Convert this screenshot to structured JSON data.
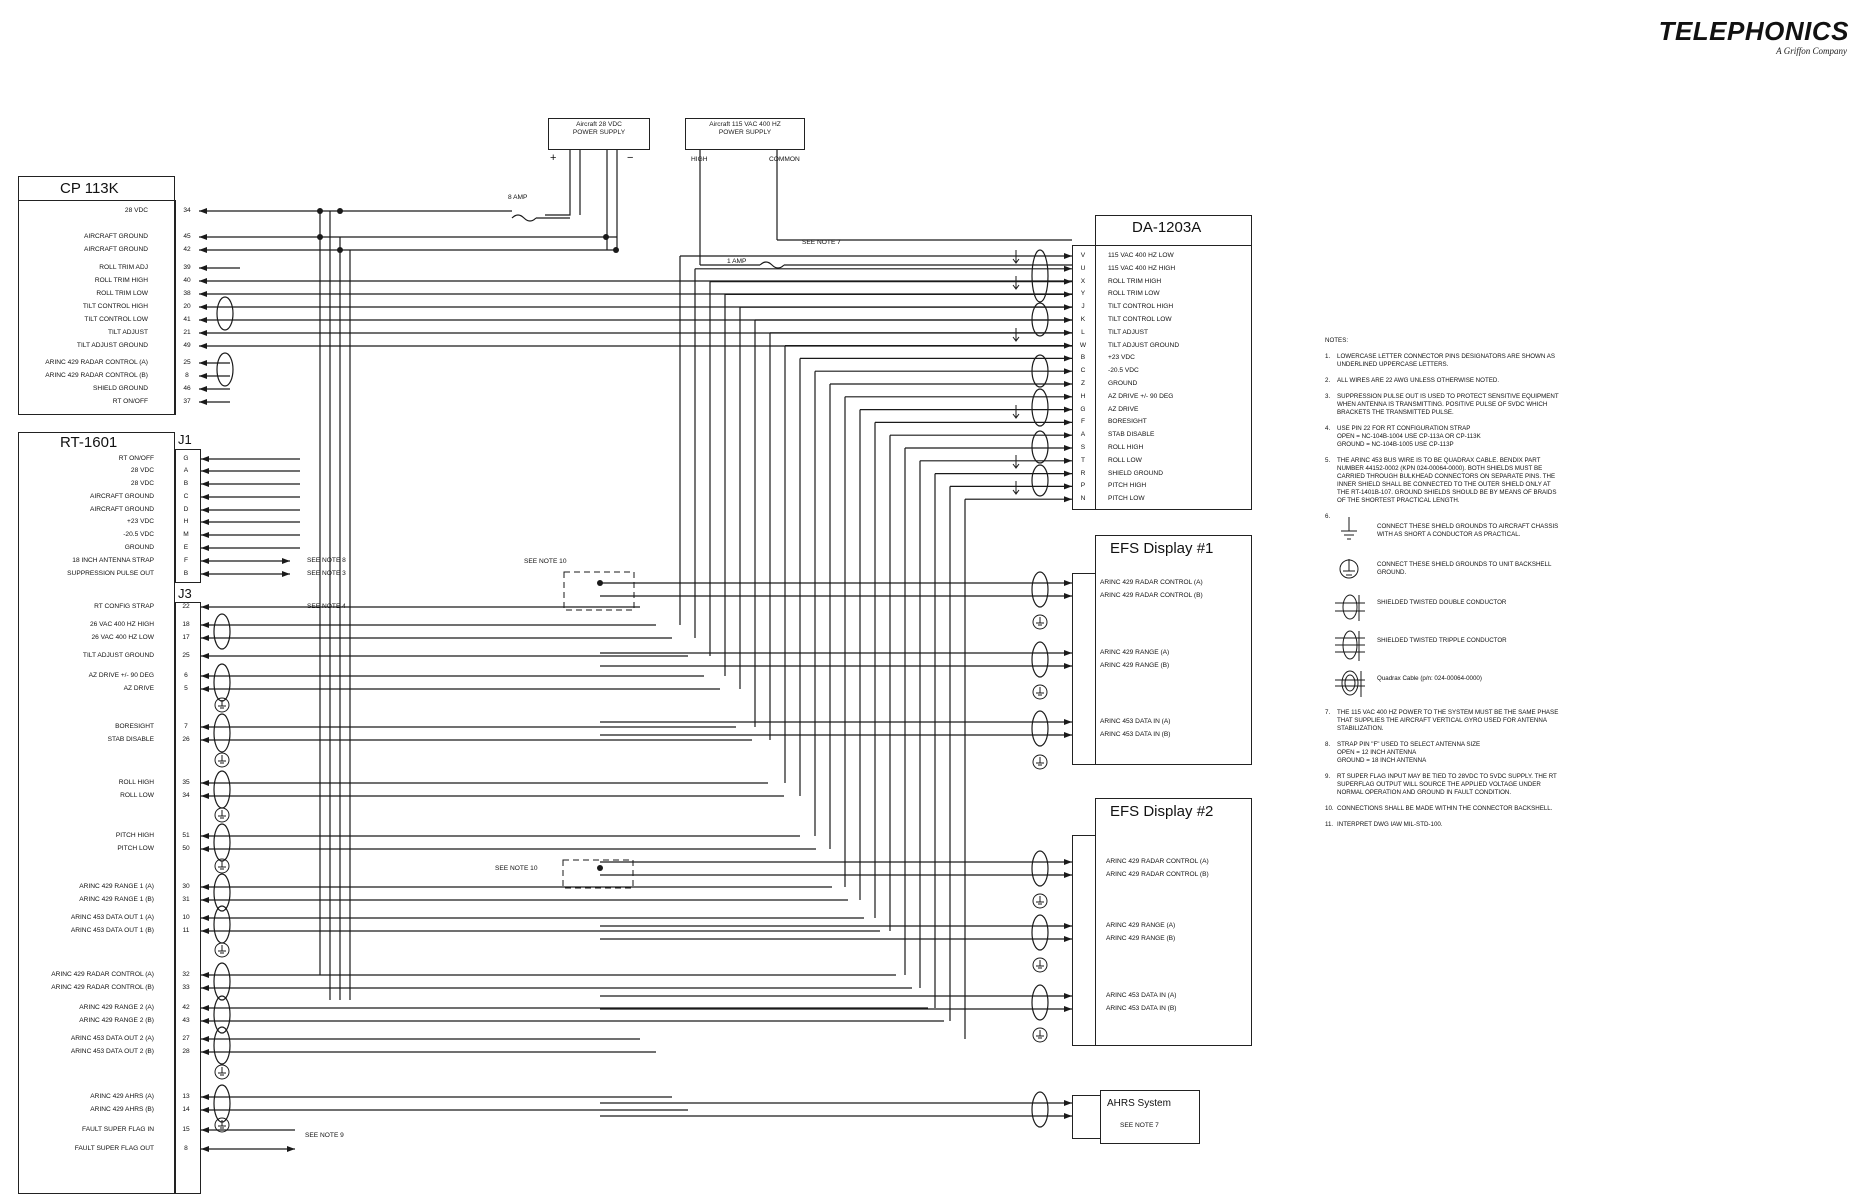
{
  "logo": {
    "name": "TELEPHONICS",
    "tagline": "A Griffon Company"
  },
  "power_supplies": {
    "dc": {
      "title": "Aircraft 28 VDC\nPOWER SUPPLY",
      "plus": "+",
      "minus": "−"
    },
    "ac": {
      "title": "Aircraft 115 VAC 400 HZ\nPOWER SUPPLY",
      "high": "HIGH",
      "common": "COMMON"
    }
  },
  "wire_labels": {
    "fuse_8a": "8 AMP",
    "fuse_1a": "1 AMP",
    "see_note_7_top": "SEE NOTE 7",
    "see_note_8": "SEE NOTE 8",
    "see_note_3": "SEE NOTE 3",
    "see_note_4": "SEE NOTE 4",
    "see_note_10_a": "SEE NOTE 10",
    "see_note_10_b": "SEE NOTE 10",
    "see_note_9": "SEE NOTE 9",
    "ahrs_see_note_7": "SEE NOTE 7"
  },
  "components": {
    "cp113k": {
      "title": "CP 113K",
      "pins": [
        {
          "label": "28 VDC",
          "pin": "34"
        },
        {
          "label": "AIRCRAFT GROUND",
          "pin": "45"
        },
        {
          "label": "AIRCRAFT GROUND",
          "pin": "42"
        },
        {
          "label": "ROLL TRIM ADJ",
          "pin": "39"
        },
        {
          "label": "ROLL TRIM HIGH",
          "pin": "40"
        },
        {
          "label": "ROLL TRIM LOW",
          "pin": "38"
        },
        {
          "label": "TILT CONTROL HIGH",
          "pin": "20"
        },
        {
          "label": "TILT CONTROL LOW",
          "pin": "41"
        },
        {
          "label": "TILT ADJUST",
          "pin": "21"
        },
        {
          "label": "TILT ADJUST GROUND",
          "pin": "49"
        },
        {
          "label": "ARINC 429 RADAR CONTROL (A)",
          "pin": "25"
        },
        {
          "label": "ARINC 429 RADAR CONTROL (B)",
          "pin": "8"
        },
        {
          "label": "SHIELD GROUND",
          "pin": "46"
        },
        {
          "label": "RT ON/OFF",
          "pin": "37"
        }
      ]
    },
    "rt1601": {
      "title": "RT-1601",
      "j1": "J1",
      "j3": "J3",
      "j1_pins": [
        {
          "label": "RT ON/OFF",
          "pin": "G"
        },
        {
          "label": "28 VDC",
          "pin": "A"
        },
        {
          "label": "28 VDC",
          "pin": "B"
        },
        {
          "label": "AIRCRAFT GROUND",
          "pin": "C"
        },
        {
          "label": "AIRCRAFT GROUND",
          "pin": "D"
        },
        {
          "label": "+23 VDC",
          "pin": "H"
        },
        {
          "label": "-20.5 VDC",
          "pin": "M"
        },
        {
          "label": "GROUND",
          "pin": "E"
        },
        {
          "label": "18 INCH ANTENNA STRAP",
          "pin": "F"
        },
        {
          "label": "SUPPRESSION PULSE OUT",
          "pin": "B"
        }
      ],
      "j3_pins": [
        {
          "label": "RT CONFIG STRAP",
          "pin": "22"
        },
        {
          "label": "26 VAC 400 HZ HIGH",
          "pin": "18"
        },
        {
          "label": "26 VAC 400 HZ LOW",
          "pin": "17"
        },
        {
          "label": "TILT ADJUST GROUND",
          "pin": "25"
        },
        {
          "label": "AZ DRIVE +/- 90 DEG",
          "pin": "6"
        },
        {
          "label": "AZ DRIVE",
          "pin": "5"
        },
        {
          "label": "BORESIGHT",
          "pin": "7"
        },
        {
          "label": "STAB DISABLE",
          "pin": "26"
        },
        {
          "label": "ROLL HIGH",
          "pin": "35"
        },
        {
          "label": "ROLL LOW",
          "pin": "34"
        },
        {
          "label": "PITCH HIGH",
          "pin": "51"
        },
        {
          "label": "PITCH LOW",
          "pin": "50"
        },
        {
          "label": "ARINC 429 RANGE 1 (A)",
          "pin": "30"
        },
        {
          "label": "ARINC 429 RANGE 1 (B)",
          "pin": "31"
        },
        {
          "label": "ARINC 453 DATA OUT 1 (A)",
          "pin": "10"
        },
        {
          "label": "ARINC 453 DATA OUT 1 (B)",
          "pin": "11"
        },
        {
          "label": "ARINC 429 RADAR CONTROL (A)",
          "pin": "32"
        },
        {
          "label": "ARINC 429 RADAR CONTROL (B)",
          "pin": "33"
        },
        {
          "label": "ARINC 429 RANGE 2 (A)",
          "pin": "42"
        },
        {
          "label": "ARINC 429 RANGE 2 (B)",
          "pin": "43"
        },
        {
          "label": "ARINC 453 DATA OUT 2 (A)",
          "pin": "27"
        },
        {
          "label": "ARINC 453 DATA OUT 2 (B)",
          "pin": "28"
        },
        {
          "label": "ARINC 429 AHRS (A)",
          "pin": "13"
        },
        {
          "label": "ARINC 429 AHRS (B)",
          "pin": "14"
        },
        {
          "label": "FAULT SUPER FLAG IN",
          "pin": "15"
        },
        {
          "label": "FAULT SUPER FLAG OUT",
          "pin": "8"
        }
      ]
    },
    "da1203a": {
      "title": "DA-1203A",
      "pins": [
        {
          "label": "115 VAC 400 HZ LOW",
          "pin": "V"
        },
        {
          "label": "115 VAC 400 HZ HIGH",
          "pin": "U"
        },
        {
          "label": "ROLL TRIM HIGH",
          "pin": "X"
        },
        {
          "label": "ROLL TRIM LOW",
          "pin": "Y"
        },
        {
          "label": "TILT CONTROL HIGH",
          "pin": "J"
        },
        {
          "label": "TILT CONTROL LOW",
          "pin": "K"
        },
        {
          "label": "TILT ADJUST",
          "pin": "L"
        },
        {
          "label": "TILT ADJUST GROUND",
          "pin": "W"
        },
        {
          "label": "+23 VDC",
          "pin": "B"
        },
        {
          "label": "-20.5 VDC",
          "pin": "C"
        },
        {
          "label": "GROUND",
          "pin": "Z"
        },
        {
          "label": "AZ DRIVE +/- 90 DEG",
          "pin": "H"
        },
        {
          "label": "AZ DRIVE",
          "pin": "G"
        },
        {
          "label": "BORESIGHT",
          "pin": "F"
        },
        {
          "label": "STAB DISABLE",
          "pin": "A"
        },
        {
          "label": "ROLL HIGH",
          "pin": "S"
        },
        {
          "label": "ROLL LOW",
          "pin": "T"
        },
        {
          "label": "SHIELD GROUND",
          "pin": "R"
        },
        {
          "label": "PITCH HIGH",
          "pin": "P"
        },
        {
          "label": "PITCH LOW",
          "pin": "N"
        }
      ]
    },
    "efs1": {
      "title": "EFS Display #1",
      "pins": [
        {
          "label": "ARINC 429 RADAR CONTROL (A)"
        },
        {
          "label": "ARINC 429 RADAR CONTROL (B)"
        },
        {
          "label": "ARINC 429 RANGE (A)"
        },
        {
          "label": "ARINC 429 RANGE (B)"
        },
        {
          "label": "ARINC 453 DATA IN (A)"
        },
        {
          "label": "ARINC 453 DATA IN (B)"
        }
      ]
    },
    "efs2": {
      "title": "EFS Display #2",
      "pins": [
        {
          "label": "ARINC 429 RADAR CONTROL (A)"
        },
        {
          "label": "ARINC 429 RADAR CONTROL (B)"
        },
        {
          "label": "ARINC 429 RANGE (A)"
        },
        {
          "label": "ARINC 429 RANGE (B)"
        },
        {
          "label": "ARINC 453 DATA IN (A)"
        },
        {
          "label": "ARINC 453 DATA IN (B)"
        }
      ]
    },
    "ahrs": {
      "title": "AHRS System",
      "note": "SEE NOTE 7"
    }
  },
  "notes": {
    "header": "NOTES:",
    "items": [
      {
        "n": "1.",
        "text": "LOWERCASE LETTER CONNECTOR PINS DESIGNATORS ARE SHOWN AS\nUNDERLINED UPPERCASE LETTERS."
      },
      {
        "n": "2.",
        "text": "ALL WIRES ARE 22 AWG UNLESS OTHERWISE NOTED."
      },
      {
        "n": "3.",
        "text": "SUPPRESSION PULSE OUT IS USED TO PROTECT SENSITIVE EQUIPMENT\nWHEN ANTENNA IS TRANSMITTING. POSITIVE PULSE OF 5VDC WHICH\nBRACKETS THE TRANSMITTED PULSE."
      },
      {
        "n": "4.",
        "text": "USE PIN 22 FOR RT CONFIGURATION STRAP\nOPEN = NC-104B-1004    USE CP-113A OR CP-113K\nGROUND = NC-104B-1005    USE CP-113P"
      },
      {
        "n": "5.",
        "text": "THE ARINC 453 BUS WIRE IS TO BE QUADRAX CABLE. BENDIX PART\nNUMBER 44152-0002 (KPN 024-00064-0000). BOTH SHIELDS MUST BE\nCARRIED THROUGH BULKHEAD CONNECTORS ON SEPARATE PINS. THE\nINNER SHIELD SHALL BE CONNECTED TO THE OUTER SHIELD ONLY AT\nTHE RT-1401B-107. GROUND SHIELDS SHOULD BE BY MEANS OF BRAIDS\nOF THE SHORTEST PRACTICAL LENGTH."
      },
      {
        "n": "7.",
        "text": "THE 115 VAC 400 HZ POWER TO THE SYSTEM MUST BE THE SAME PHASE\nTHAT SUPPLIES THE AIRCRAFT VERTICAL GYRO USED FOR ANTENNA\nSTABILIZATION."
      },
      {
        "n": "8.",
        "text": "STRAP PIN \"F\" USED TO SELECT ANTENNA SIZE\nOPEN = 12 INCH ANTENNA\nGROUND = 18 INCH ANTENNA"
      },
      {
        "n": "9.",
        "text": "RT SUPER FLAG INPUT MAY BE TIED TO 28VDC TO 5VDC SUPPLY. THE RT\nSUPERFLAG OUTPUT WILL SOURCE THE APPLIED VOLTAGE UNDER\nNORMAL OPERATION AND GROUND IN FAULT CONDITION."
      },
      {
        "n": "10.",
        "text": "CONNECTIONS SHALL BE MADE WITHIN THE CONNECTOR BACKSHELL."
      },
      {
        "n": "11.",
        "text": "INTERPRET DWG IAW MIL-STD-100."
      }
    ],
    "note6": {
      "n": "6.",
      "legend": [
        {
          "icon": "chassis-ground-symbol",
          "text": "CONNECT THESE SHIELD      GROUNDS TO AIRCRAFT CHASSIS\nWITH AS SHORT A CONDUCTOR AS PRACTICAL."
        },
        {
          "icon": "backshell-ground-symbol",
          "text": "CONNECT THESE SHIELD      GROUNDS TO UNIT BACKSHELL\nGROUND."
        },
        {
          "icon": "shielded-twisted-double-symbol",
          "text": "SHIELDED TWISTED DOUBLE CONDUCTOR"
        },
        {
          "icon": "shielded-twisted-triple-symbol",
          "text": "SHIELDED TWISTED TRIPPLE CONDUCTOR"
        },
        {
          "icon": "quadrax-cable-symbol",
          "text": "Quadrax Cable (p/n: 024-00064-0000)"
        }
      ]
    }
  },
  "colors": {
    "ink": "#1a1a1a",
    "paper": "#ffffff"
  }
}
